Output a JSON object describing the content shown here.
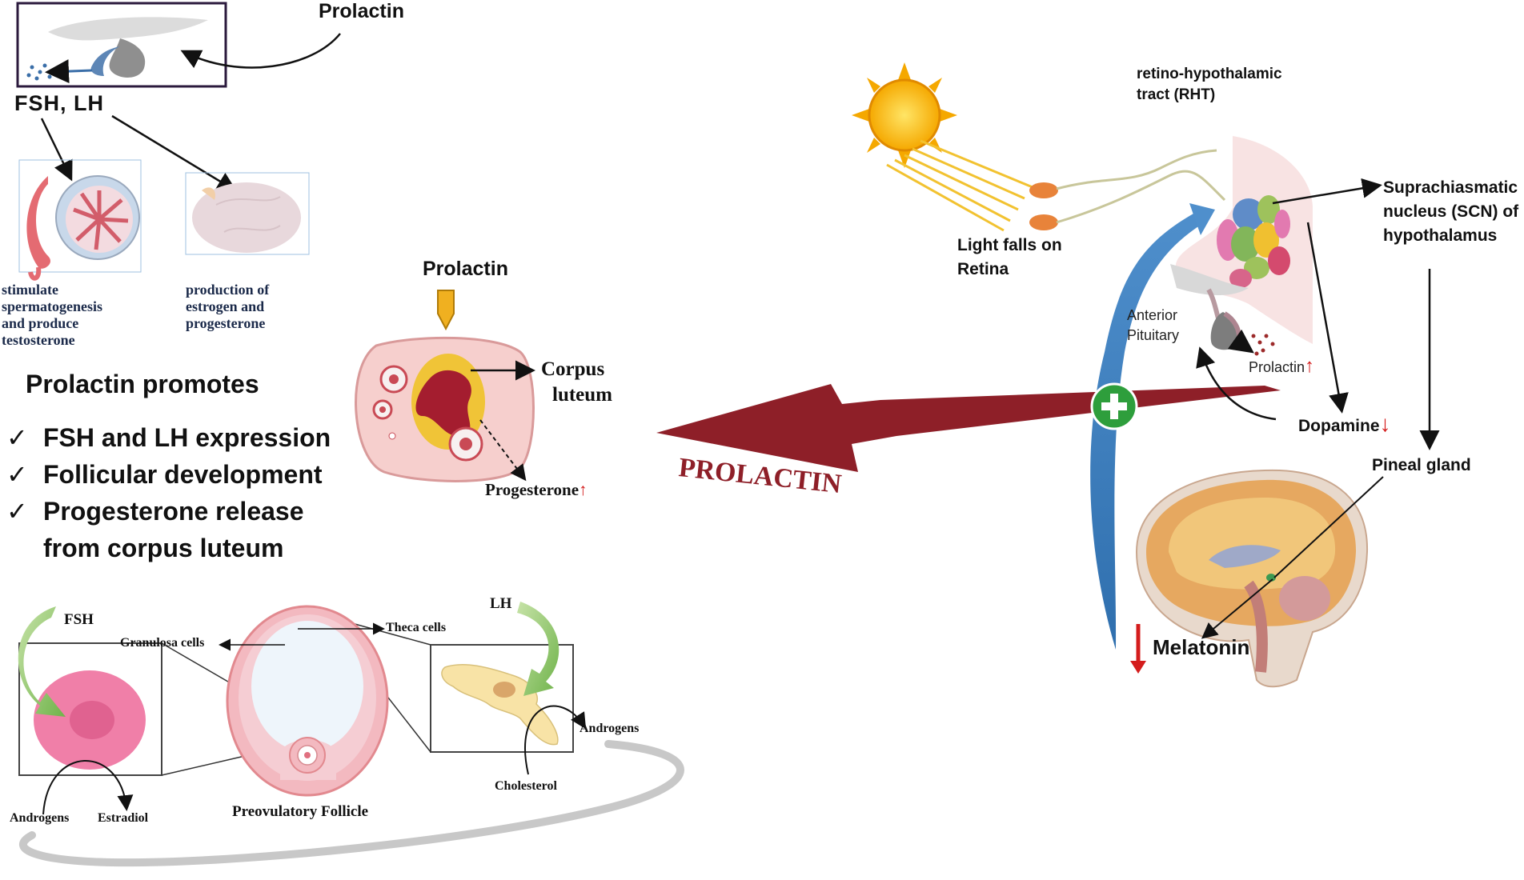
{
  "pituitary_top": {
    "prolactin": "Prolactin",
    "fsh_lh": "FSH, LH"
  },
  "testis": {
    "caption": [
      "stimulate",
      "spermatogenesis",
      "and produce",
      "testosterone"
    ]
  },
  "ovary_top": {
    "caption": [
      "production of",
      "estrogen and",
      "progesterone"
    ]
  },
  "promotes": {
    "heading": "Prolactin promotes",
    "tick_glyph": "✓",
    "items": [
      {
        "line1": "FSH and LH expression",
        "line2": ""
      },
      {
        "line1": "Follicular development",
        "line2": ""
      },
      {
        "line1": "Progesterone release",
        "line2": "from corpus luteum"
      }
    ]
  },
  "corpus_luteum_panel": {
    "prolactin": "Prolactin",
    "corpus": "Corpus",
    "luteum": "luteum",
    "progesterone": "Progesterone",
    "up_arrow": "↑"
  },
  "big_arrow": {
    "label": "PROLACTIN",
    "plus": "+"
  },
  "hypothalamus": {
    "rht_line1": "retino-hypothalamic",
    "rht_line2": "tract (RHT)",
    "light_line1": "Light falls on",
    "light_line2": "Retina",
    "scn_line1": "Suprachiasmatic",
    "scn_line2": "nucleus (SCN) of",
    "scn_line3": "hypothalamus",
    "anterior": "Anterior",
    "pituitary": "Pituitary",
    "prolactin": "Prolactin",
    "dopamine": "Dopamine",
    "pineal": "Pineal gland",
    "melatonin": "Melatonin",
    "up_arrow": "↑",
    "down_arrow": "↓"
  },
  "follicle": {
    "fsh": "FSH",
    "lh": "LH",
    "granulosa": "Granulosa cells",
    "theca": "Theca cells",
    "preovulatory": "Preovulatory Follicle",
    "androgens_left": "Androgens",
    "estradiol": "Estradiol",
    "androgens_right": "Androgens",
    "cholesterol": "Cholesterol"
  },
  "colors": {
    "dark_red": "#8e1f28",
    "green": "#2e9e3c",
    "blue_arrow": "#4f8fcc",
    "gold": "#f0b020",
    "pink": "#e77aa0",
    "red_up": "#d41c1c"
  }
}
